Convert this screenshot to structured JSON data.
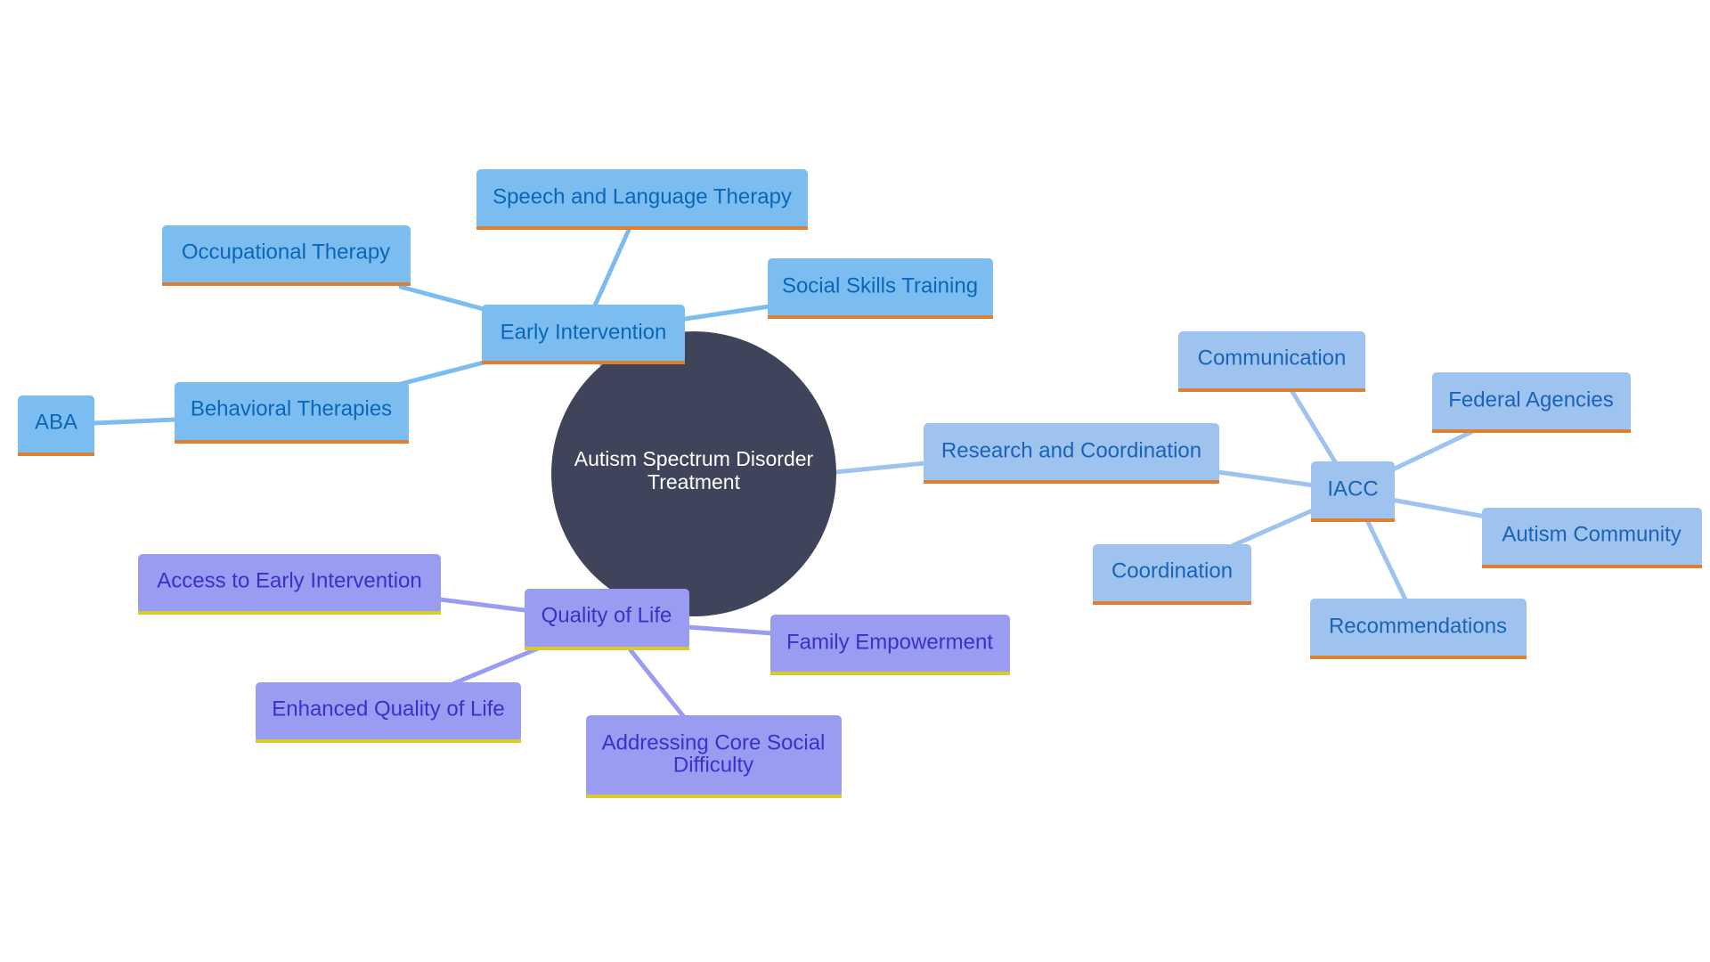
{
  "colors": {
    "background": "#ffffff",
    "root_fill": "#40445a",
    "root_text": "#ffffff",
    "early_fill": "#7bbdf0",
    "early_edge": "#7bbdf0",
    "early_text": "#0b66b8",
    "research_fill": "#9ec3ee",
    "research_edge": "#9ec3ee",
    "research_text": "#1a63b8",
    "quality_fill": "#9a9cf2",
    "quality_edge": "#9a9cf2",
    "quality_text": "#3a31c8",
    "underline_orange": "#e07f30",
    "underline_yellow": "#d9cc2a"
  },
  "root": {
    "label_line1": "Autism Spectrum Disorder",
    "label_line2": "Treatment"
  },
  "branches": {
    "early_intervention": {
      "label": "Early Intervention",
      "children": {
        "speech": "Speech and Language Therapy",
        "occupational": "Occupational Therapy",
        "social_skills": "Social Skills Training",
        "behavioral": "Behavioral Therapies"
      },
      "grandchildren": {
        "aba": "ABA"
      }
    },
    "research": {
      "label": "Research and Coordination",
      "children": {
        "iacc": "IACC"
      },
      "grandchildren": {
        "communication": "Communication",
        "federal_agencies": "Federal Agencies",
        "autism_community": "Autism Community",
        "recommendations": "Recommendations",
        "coordination": "Coordination"
      }
    },
    "quality": {
      "label": "Quality of Life",
      "children": {
        "access": "Access to Early Intervention",
        "family": "Family Empowerment",
        "enhanced": "Enhanced Quality of Life",
        "core_social_line1": "Addressing Core Social",
        "core_social_line2": "Difficulty"
      }
    }
  }
}
